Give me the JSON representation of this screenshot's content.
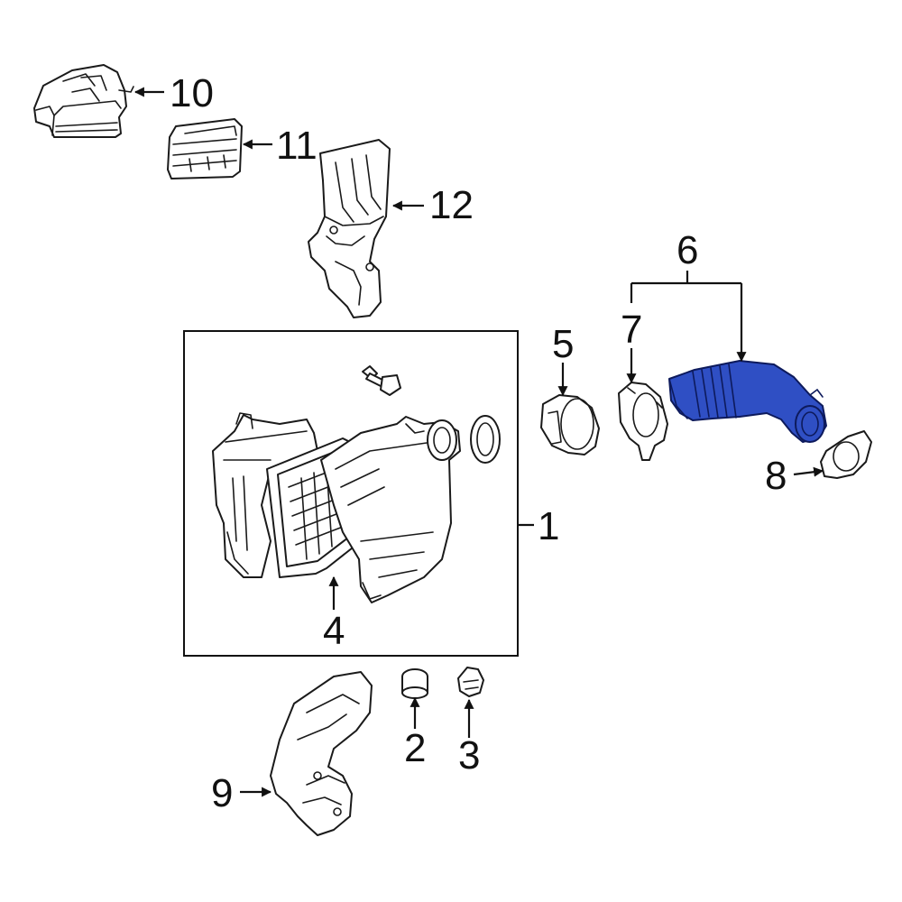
{
  "colors": {
    "background": "#ffffff",
    "line": "#1a1a1a",
    "highlight_fill": "#2f4fc4",
    "highlight_stroke": "#0d1a5c"
  },
  "callouts": {
    "p1": "1",
    "p2": "2",
    "p3": "3",
    "p4": "4",
    "p5": "5",
    "p6": "6",
    "p7": "7",
    "p8": "8",
    "p9": "9",
    "p10": "10",
    "p11": "11",
    "p12": "12"
  },
  "highlighted_part": "6"
}
